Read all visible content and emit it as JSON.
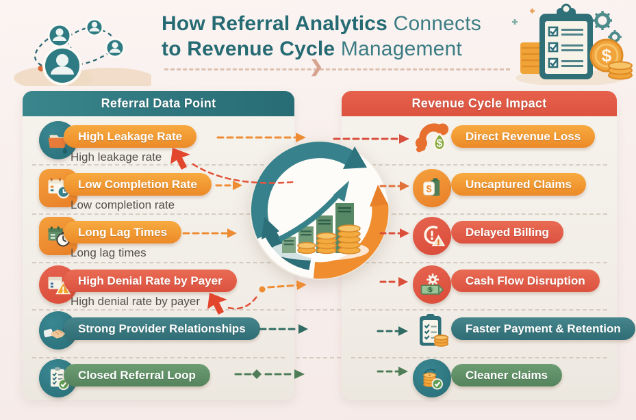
{
  "title": {
    "l1_strong": "How Referral Analytics",
    "l1_rest": "Connects",
    "l2_strong": "to Revenue Cycle",
    "l2_rest": "Management"
  },
  "columns": {
    "left": {
      "header": "Referral Data Point",
      "rows": [
        {
          "icon": "folder-leak-icon",
          "label": "High Leakage Rate",
          "sublabel": "High leakage rate",
          "variant": "orange"
        },
        {
          "icon": "calendar-clock-icon",
          "label": "Low Completion Rate",
          "sublabel": "Low completion rate",
          "variant": "orange"
        },
        {
          "icon": "calendar-stopwatch-icon",
          "label": "Long Lag Times",
          "sublabel": "Long lag times",
          "variant": "orange"
        },
        {
          "icon": "calendar-warning-icon",
          "label": "High Denial Rate by Payer",
          "sublabel": "High denial rate by payer",
          "variant": "red"
        },
        {
          "icon": "handshake-icon",
          "label": "Strong Provider Relationships",
          "variant": "teal"
        },
        {
          "icon": "clipboard-check-icon",
          "label": "Closed Referral Loop",
          "variant": "green"
        }
      ]
    },
    "right": {
      "header": "Revenue Cycle Impact",
      "rows": [
        {
          "icon": "phone-dollar-icon",
          "label": "Direct Revenue Loss",
          "variant": "orange"
        },
        {
          "icon": "dollar-clipboard-icon",
          "label": "Uncaptured Claims",
          "variant": "orange"
        },
        {
          "icon": "clock-warning-icon",
          "label": "Delayed Billing",
          "variant": "red"
        },
        {
          "icon": "gear-money-icon",
          "label": "Cash Flow Disruption",
          "variant": "red"
        },
        {
          "icon": "clipboard-coins-icon",
          "label": "Faster Payment & Retention",
          "variant": "teal"
        },
        {
          "icon": "coins-check-icon",
          "label": "Cleaner claims",
          "variant": "green"
        }
      ]
    }
  },
  "colors": {
    "teal": "#2f7b84",
    "orange": "#ef8f35",
    "red": "#df5340",
    "green": "#5a8a62",
    "title": "#266b73",
    "background": "#f8efec"
  }
}
